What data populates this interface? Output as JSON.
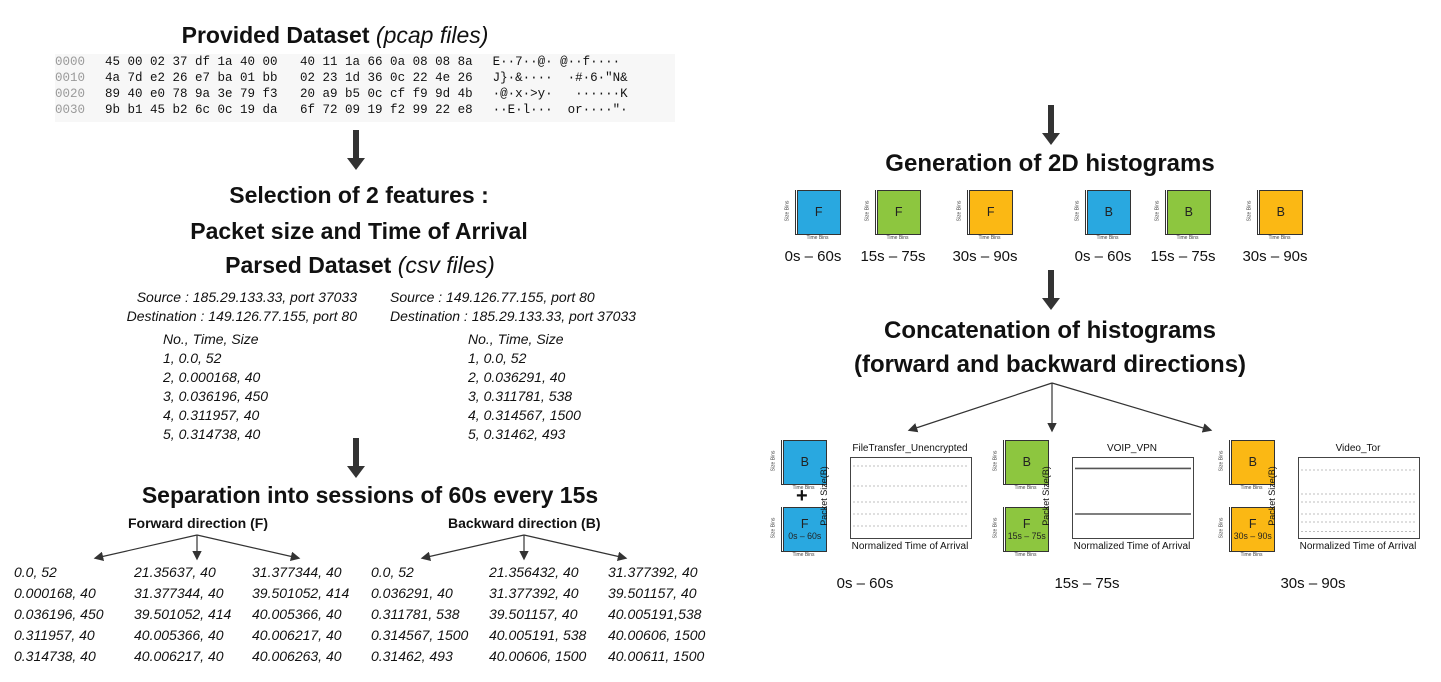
{
  "colors": {
    "blue": "#29a8e0",
    "green": "#8dc63f",
    "orange": "#fbb814",
    "arrow": "#333333"
  },
  "left": {
    "title1_main": "Provided Dataset ",
    "title1_sub": "(pcap files)",
    "hex_rows": [
      {
        "off": "0000",
        "bytes": "45 00 02 37 df 1a 40 00   40 11 1a 66 0a 08 08 8a",
        "ascii": "E··7··@· @··f····"
      },
      {
        "off": "0010",
        "bytes": "4a 7d e2 26 e7 ba 01 bb   02 23 1d 36 0c 22 4e 26",
        "ascii": "J}·&····  ·#·6·\"N&"
      },
      {
        "off": "0020",
        "bytes": "89 40 e0 78 9a 3e 79 f3   20 a9 b5 0c cf f9 9d 4b",
        "ascii": "·@·x·>y·   ······K"
      },
      {
        "off": "0030",
        "bytes": "9b b1 45 b2 6c 0c 19 da   6f 72 09 19 f2 99 22 e8",
        "ascii": "··E·l···  or····\"·"
      }
    ],
    "title2_line1": "Selection of 2 features :",
    "title2_line2": "Packet size and Time of Arrival",
    "title3_main": "Parsed Dataset ",
    "title3_sub": "(csv files)",
    "fwd_src": "Source : 185.29.133.33, port 37033",
    "fwd_dst": "Destination : 149.126.77.155, port 80",
    "bwd_src": "Source : 149.126.77.155, port 80",
    "bwd_dst": "Destination : 185.29.133.33, port 37033",
    "fwd_rows": [
      "No., Time, Size",
      "1, 0.0, 52",
      "2, 0.000168, 40",
      "3, 0.036196, 450",
      "4, 0.311957, 40",
      "5, 0.314738, 40"
    ],
    "bwd_rows": [
      "No., Time, Size",
      "1, 0.0, 52",
      "2, 0.036291, 40",
      "3, 0.311781, 538",
      "4, 0.314567, 1500",
      "5, 0.31462, 493"
    ],
    "title4": "Separation into sessions of 60s every 15s",
    "fwd_label": "Forward direction (F)",
    "bwd_label": "Backward direction (B)",
    "sess_cols": [
      [
        "0.0, 52",
        "0.000168, 40",
        "0.036196, 450",
        "0.311957, 40",
        "0.314738, 40"
      ],
      [
        "21.35637, 40",
        "31.377344, 40",
        "39.501052, 414",
        "40.005366, 40",
        "40.006217, 40"
      ],
      [
        "31.377344, 40",
        "39.501052, 414",
        "40.005366, 40",
        "40.006217, 40",
        "40.006263, 40"
      ],
      [
        "0.0, 52",
        "0.036291, 40",
        "0.311781, 538",
        "0.314567, 1500",
        "0.31462, 493"
      ],
      [
        "21.356432, 40",
        "31.377392, 40",
        "39.501157, 40",
        "40.005191, 538",
        "40.00606, 1500"
      ],
      [
        "31.377392, 40",
        "39.501157, 40",
        "40.005191,538",
        "40.00606, 1500",
        "40.00611, 1500"
      ]
    ]
  },
  "right": {
    "title5": "Generation of 2D histograms",
    "hist_axis_y": "Size Bins",
    "hist_axis_x": "Time Bins",
    "hists": [
      {
        "letter": "F",
        "time": "0s – 60s"
      },
      {
        "letter": "F",
        "time": "15s – 75s"
      },
      {
        "letter": "F",
        "time": "30s – 90s"
      },
      {
        "letter": "B",
        "time": "0s – 60s"
      },
      {
        "letter": "B",
        "time": "15s – 75s"
      },
      {
        "letter": "B",
        "time": "30s – 90s"
      }
    ],
    "title6_line1": "Concatenation of histograms",
    "title6_line2": "(forward and backward directions)",
    "plus": "+",
    "groups": [
      {
        "b_letter": "B",
        "f_letter": "F",
        "f_time": "0s – 60s",
        "plot_title": "FileTransfer_Unencrypted",
        "time": "0s – 60s"
      },
      {
        "b_letter": "B",
        "f_letter": "F",
        "f_time": "15s – 75s",
        "plot_title": "VOIP_VPN",
        "time": "15s – 75s"
      },
      {
        "b_letter": "B",
        "f_letter": "F",
        "f_time": "30s – 90s",
        "plot_title": "Video_Tor",
        "time": "30s – 90s"
      }
    ],
    "plot_ylabel": "Packet Size(B)",
    "plot_xlabel": "Normalized Time of Arrival"
  }
}
